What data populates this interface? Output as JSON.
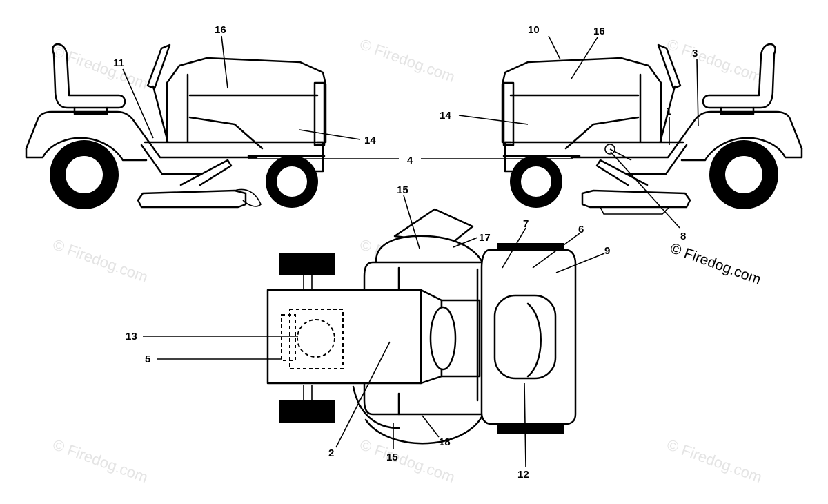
{
  "callouts": {
    "c1": "1",
    "c2": "2",
    "c3": "3",
    "c4": "4",
    "c5": "5",
    "c6": "6",
    "c7": "7",
    "c8": "8",
    "c9": "9",
    "c10": "10",
    "c11": "11",
    "c12": "12",
    "c13": "13",
    "c14a": "14",
    "c14b": "14",
    "c15a": "15",
    "c15b": "15",
    "c16a": "16",
    "c16b": "16",
    "c17": "17",
    "c18": "18"
  },
  "watermark": {
    "text": "© Firedog.com",
    "main_text": "© Firedog.com"
  }
}
